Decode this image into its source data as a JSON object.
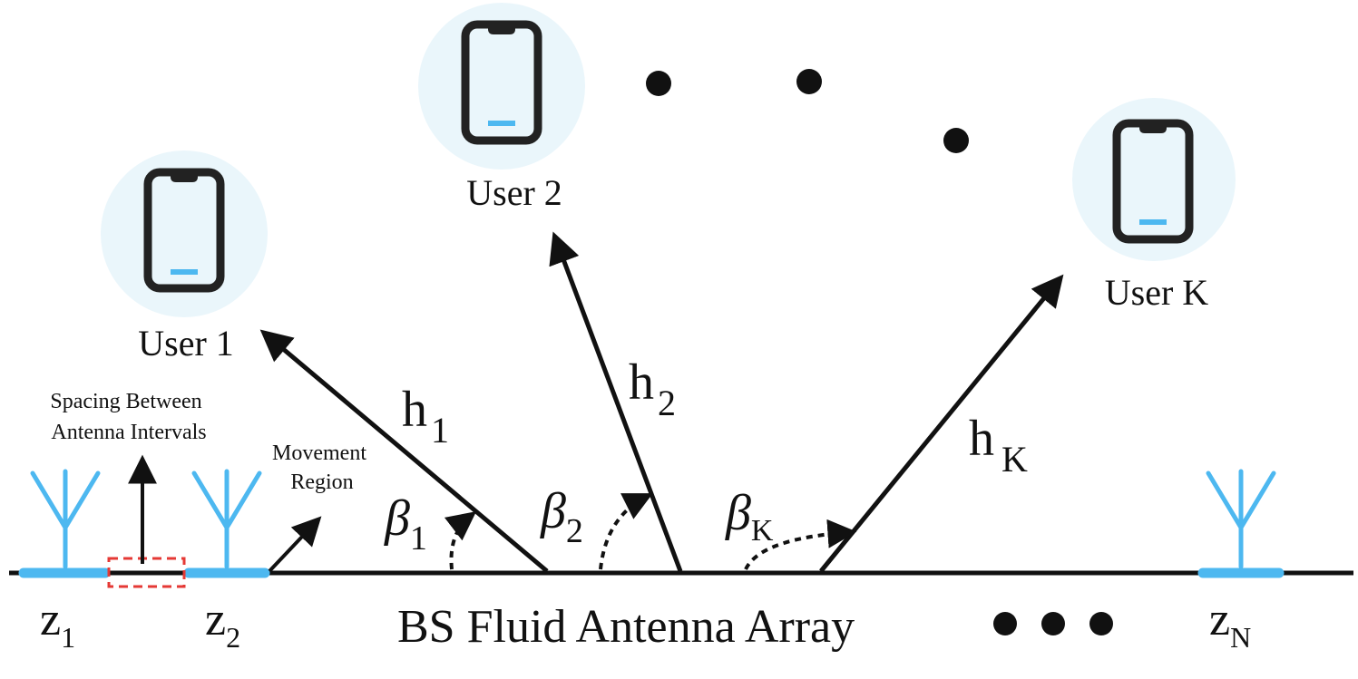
{
  "users": [
    {
      "label": "User 1"
    },
    {
      "label": "User 2"
    },
    {
      "label": "User K"
    }
  ],
  "channels": [
    {
      "h_base": "h",
      "h_sub": "1",
      "beta_base": "β",
      "beta_sub": "1"
    },
    {
      "h_base": "h",
      "h_sub": "2",
      "beta_base": "β",
      "beta_sub": "2"
    },
    {
      "h_base": "h",
      "h_sub": "K",
      "beta_base": "β",
      "beta_sub": "K"
    }
  ],
  "antennas": [
    {
      "base": "z",
      "sub": "1"
    },
    {
      "base": "z",
      "sub": "2"
    },
    {
      "base": "z",
      "sub": "N"
    }
  ],
  "annotations": {
    "spacing_line1": "Spacing Between",
    "spacing_line2": "Antenna Intervals",
    "movement_line1": "Movement",
    "movement_line2": "Region"
  },
  "array_label": "BS Fluid Antenna Array",
  "icons": {
    "phone": "smartphone-icon",
    "antenna": "antenna-icon"
  },
  "colors": {
    "antenna": "#4db8f0",
    "user_circle": "#eaf6fb",
    "phone_bar": "#4db8f0",
    "spacing_box": "#e53935",
    "ink": "#111111"
  }
}
